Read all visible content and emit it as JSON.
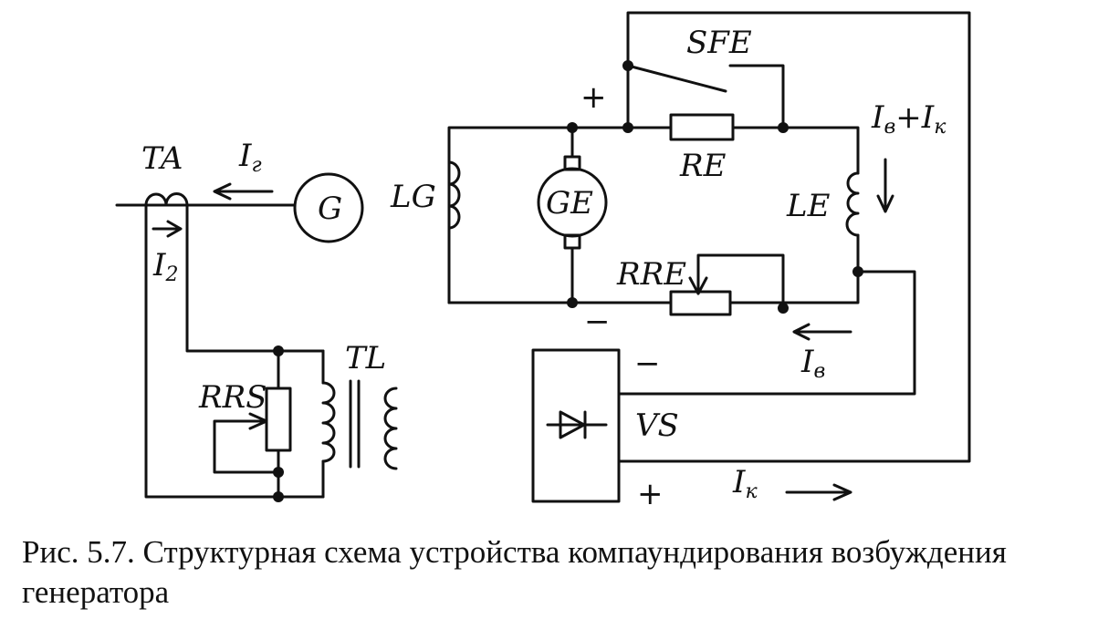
{
  "figure": {
    "caption": "Рис. 5.7. Структурная схема устройства компаундирования возбуждения генератора"
  },
  "labels": {
    "ta": "TA",
    "ig": "I",
    "ig_sub": "г",
    "g": "G",
    "i2": "I",
    "i2_sub": "2",
    "lg": "LG",
    "ge": "GE",
    "sfe": "SFE",
    "re": "RE",
    "rre": "RRE",
    "le": "LE",
    "ib_ik_i1": "I",
    "ib_ik_s1": "в",
    "ib_ik_plus": "+",
    "ib_ik_i2": "I",
    "ib_ik_s2": "к",
    "ib": "I",
    "ib_sub": "в",
    "tl": "TL",
    "rrs": "RRS",
    "vs": "VS",
    "ik": "I",
    "ik_sub": "к",
    "plus_top": "+",
    "minus_bottom": "−",
    "minus_vs": "−",
    "plus_vs": "+"
  }
}
